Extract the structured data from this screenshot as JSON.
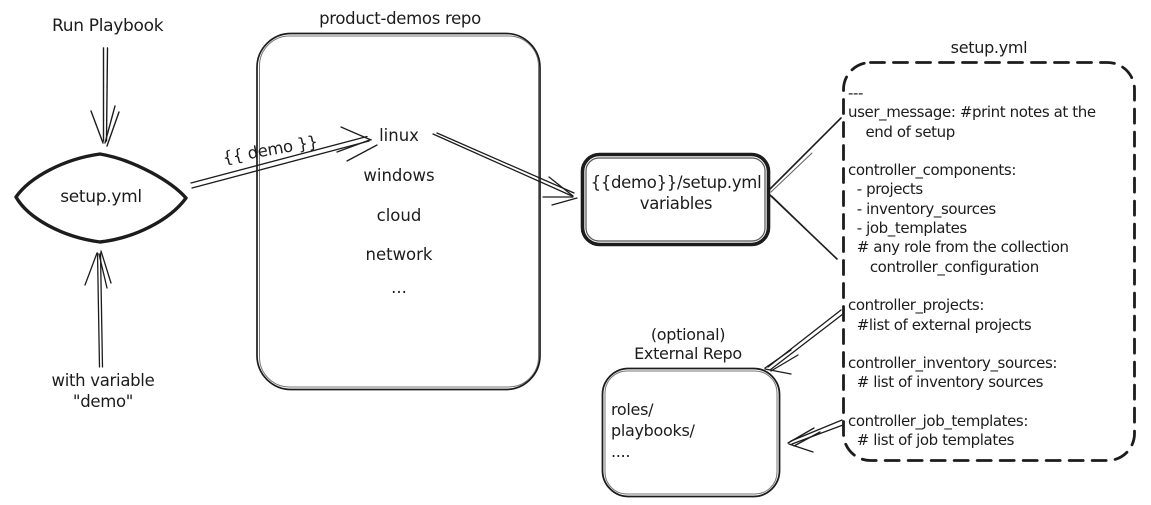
{
  "colors": {
    "ink": "#1c1c1c",
    "background": "#ffffff"
  },
  "left_flow": {
    "run_label": "Run Playbook",
    "decision_label": "setup.yml",
    "variable_note": "with variable\n\"demo\"",
    "edge_label": "{{ demo }}"
  },
  "repo_box": {
    "title": "product-demos repo",
    "items": [
      "linux",
      "windows",
      "cloud",
      "network",
      "..."
    ]
  },
  "variables_box": {
    "label": "{{demo}}/setup.yml\nvariables"
  },
  "setup_yml_box": {
    "title": "setup.yml",
    "content": "---\nuser_message: #print notes at the\n    end of setup\n\ncontroller_components:\n  - projects\n  - inventory_sources\n  - job_templates\n  # any role from the collection\n     controller_configuration\n\ncontroller_projects:\n  #list of external projects\n\ncontroller_inventory_sources:\n  # list of inventory sources\n\ncontroller_job_templates:\n  # list of job templates"
  },
  "external_repo_box": {
    "label": "(optional)\nExternal Repo",
    "content": "roles/\nplaybooks/\n...."
  }
}
